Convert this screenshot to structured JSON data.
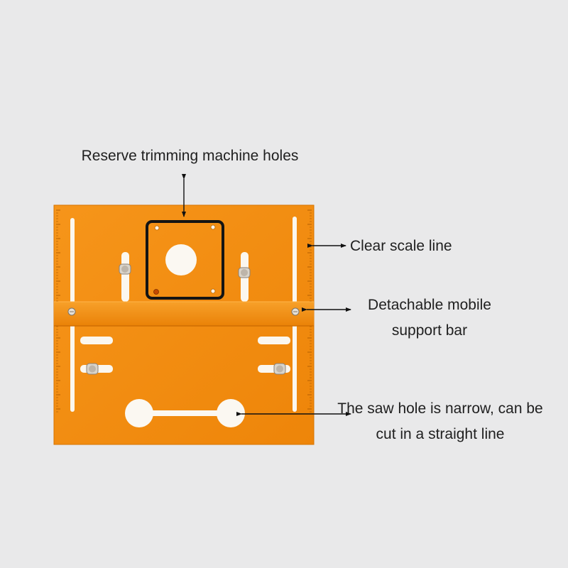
{
  "background_color": "#e9e9ea",
  "plate_color": "#f38c10",
  "callouts": {
    "reserve_holes": "Reserve trimming machine holes",
    "scale_line": "Clear scale line",
    "support_bar": "Detachable mobile support bar",
    "saw_hole": "The saw hole is narrow, can be cut in a straight line"
  }
}
